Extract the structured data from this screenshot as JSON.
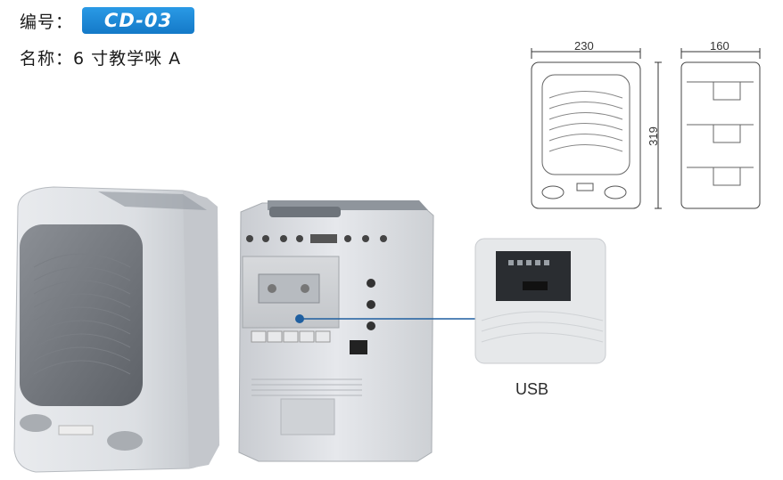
{
  "header": {
    "code_label": "编号：",
    "code_value": "CD-03",
    "name_label": "名称：",
    "name_value": "6 寸教学咪 A"
  },
  "dimensions": {
    "width": "230",
    "depth": "160",
    "height": "319"
  },
  "callout": {
    "label": "USB"
  },
  "colors": {
    "badge": "#1a88d8",
    "callout_line": "#1f5fa0"
  }
}
